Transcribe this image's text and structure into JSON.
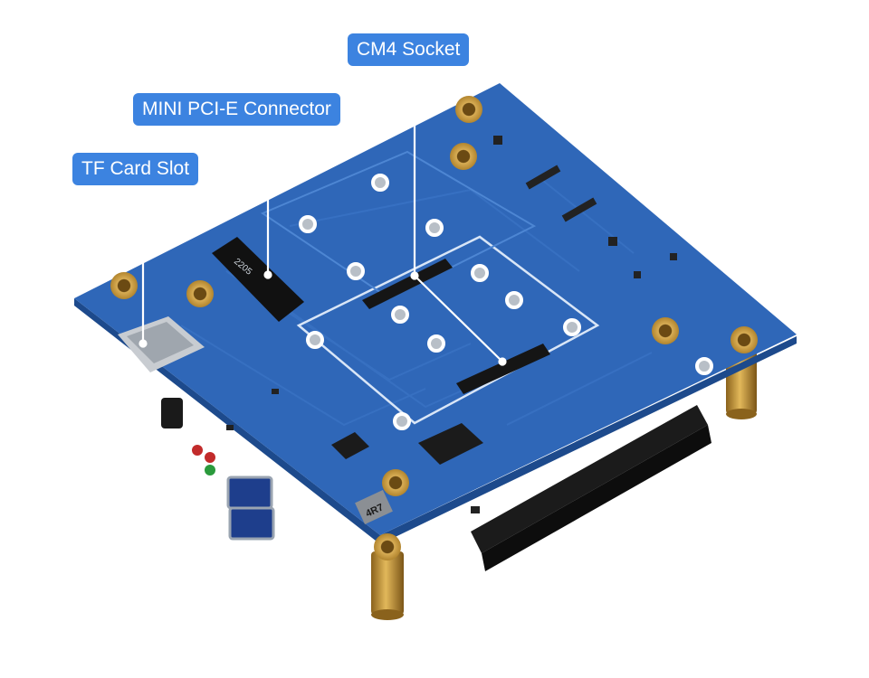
{
  "callouts": {
    "cm4_socket": "CM4 Socket",
    "mini_pcie": "MINI PCI-E Connector",
    "tf_card": "TF Card Slot"
  },
  "board_markings": {
    "inductor": "4R7",
    "pcie_slot_code": "2205"
  },
  "colors": {
    "pcb_blue": "#2f67b8",
    "pcb_dark": "#1d4a8c",
    "callout_blue": "#3c83e0",
    "brass": "#c99a3a",
    "leader_line": "#ffffff"
  }
}
